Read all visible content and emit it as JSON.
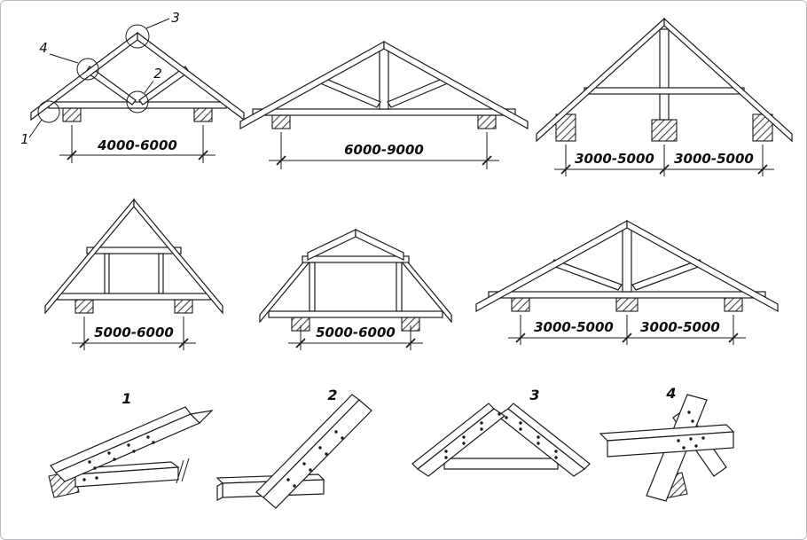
{
  "colors": {
    "ink": "#1b1b1b",
    "background": "#ffffff",
    "frame": "#b9bcc2"
  },
  "dims": {
    "t1": "4000-6000",
    "t2": "6000-9000",
    "t3a": "3000-5000",
    "t3b": "3000-5000",
    "t4": "5000-6000",
    "t5": "5000-6000",
    "t6a": "3000-5000",
    "t6b": "3000-5000"
  },
  "callouts": {
    "c1": "1",
    "c2": "2",
    "c3": "3",
    "c4": "4"
  },
  "details": {
    "d1": "1",
    "d2": "2",
    "d3": "3",
    "d4": "4"
  }
}
